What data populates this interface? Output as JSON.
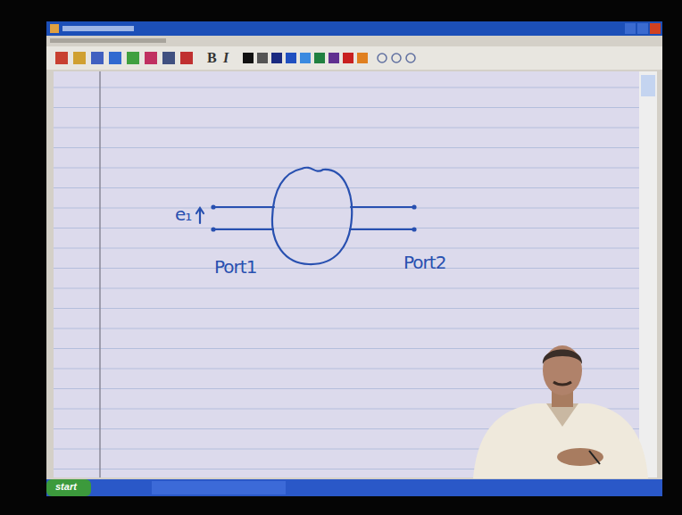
{
  "diagram": {
    "labels": [
      "e₁",
      "Port1",
      "Port2",
      "B",
      "I",
      "start"
    ]
  }
}
